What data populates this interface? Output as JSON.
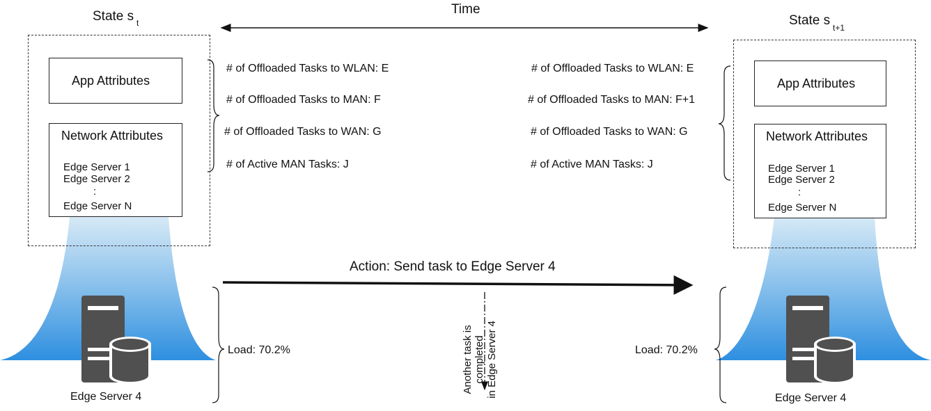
{
  "time_label": "Time",
  "action_label": "Action: Send task to Edge Server 4",
  "event_label": [
    "Another task is",
    "completed",
    "in Edge Server 4"
  ],
  "left_state": {
    "title_main": "State s",
    "title_sub": "t",
    "app_box": "App Attributes",
    "net_box": "Network Attributes",
    "servers": [
      "Edge Server 1",
      "Edge Server 2",
      ":",
      "Edge Server N"
    ],
    "metrics": [
      "# of Offloaded Tasks to WLAN: E",
      "# of Offloaded Tasks to MAN: F",
      "# of Offloaded Tasks to WAN: G",
      "# of Active MAN Tasks: J"
    ],
    "load": "Load: 70.2%",
    "server_label": "Edge Server 4"
  },
  "right_state": {
    "title_main": "State s",
    "title_sub": "t+1",
    "app_box": "App Attributes",
    "net_box": "Network Attributes",
    "servers": [
      "Edge Server 1",
      "Edge Server 2",
      ":",
      "Edge Server N"
    ],
    "metrics": [
      "# of Offloaded Tasks to WLAN: E",
      "# of Offloaded Tasks to MAN: F+1",
      "# of Offloaded Tasks to WAN: G",
      "# of Active MAN Tasks: J"
    ],
    "load": "Load: 70.2%",
    "server_label": "Edge Server 4"
  },
  "colors": {
    "beam_top": "#a8cce8",
    "beam_bottom": "#2e8fe0",
    "server": "#505050"
  }
}
